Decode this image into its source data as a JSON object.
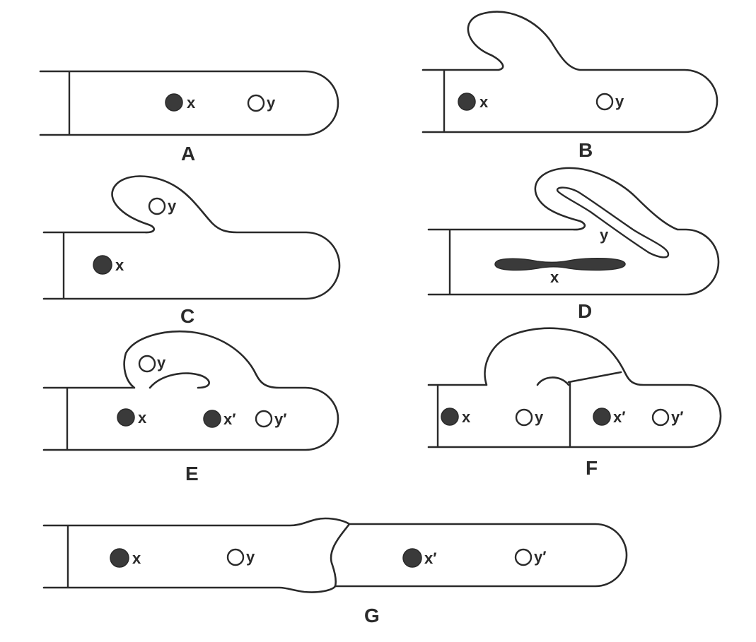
{
  "panels": {
    "A": {
      "letter": "A",
      "nucleus_dark": "x",
      "nucleus_light": "y"
    },
    "B": {
      "letter": "B",
      "nucleus_dark": "x",
      "nucleus_light": "y"
    },
    "C": {
      "letter": "C",
      "nucleus_dark": "x",
      "nucleus_light": "y"
    },
    "D": {
      "letter": "D",
      "nucleus_dark": "x",
      "nucleus_light": "y"
    },
    "E": {
      "letter": "E",
      "nucleus_dark": "x",
      "nucleus_light": "y",
      "nucleus_dark_2": "x′",
      "nucleus_light_2": "y′"
    },
    "F": {
      "letter": "F",
      "nucleus_dark": "x",
      "nucleus_light": "y",
      "nucleus_dark_2": "x′",
      "nucleus_light_2": "y′"
    },
    "G": {
      "letter": "G",
      "nucleus_dark": "x",
      "nucleus_light": "y",
      "nucleus_dark_2": "x′",
      "nucleus_light_2": "y′"
    }
  },
  "colors": {
    "ink": "#2a2a2a",
    "nucleus_dark": "#3a3a3a",
    "background": "#ffffff"
  }
}
